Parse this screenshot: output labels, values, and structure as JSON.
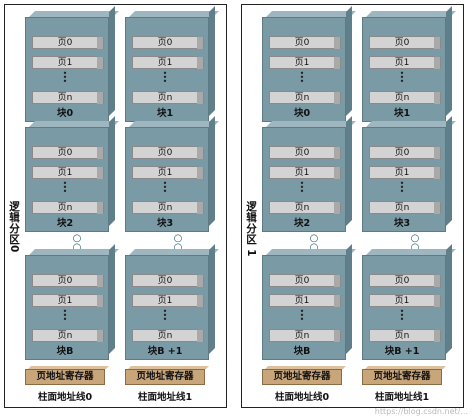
{
  "partitions": [
    {
      "side_label": "逻辑分区0",
      "blocks": [
        {
          "pages": [
            "页0",
            "页1",
            "页n"
          ],
          "label": "块0"
        },
        {
          "pages": [
            "页0",
            "页1",
            "页n"
          ],
          "label": "块1"
        },
        {
          "pages": [
            "页0",
            "页1",
            "页n"
          ],
          "label": "块2"
        },
        {
          "pages": [
            "页0",
            "页1",
            "页n"
          ],
          "label": "块3"
        },
        {
          "pages": [
            "页0",
            "页1",
            "页n"
          ],
          "label": "块B"
        },
        {
          "pages": [
            "页0",
            "页1",
            "页n"
          ],
          "label": "块B +1"
        }
      ],
      "registers": [
        "页地址寄存器",
        "页地址寄存器"
      ],
      "cylinder_lines": [
        "柱面地址线0",
        "柱面地址线1"
      ]
    },
    {
      "side_label": "逻辑分区 1",
      "blocks": [
        {
          "pages": [
            "页0",
            "页1",
            "页n"
          ],
          "label": "块0"
        },
        {
          "pages": [
            "页0",
            "页1",
            "页n"
          ],
          "label": "块1"
        },
        {
          "pages": [
            "页0",
            "页1",
            "页n"
          ],
          "label": "块2"
        },
        {
          "pages": [
            "页0",
            "页1",
            "页n"
          ],
          "label": "块3"
        },
        {
          "pages": [
            "页0",
            "页1",
            "页n"
          ],
          "label": "块B"
        },
        {
          "pages": [
            "页0",
            "页1",
            "页n"
          ],
          "label": "块B +1"
        }
      ],
      "registers": [
        "页地址寄存器",
        "页地址寄存器"
      ],
      "cylinder_lines": [
        "柱面地址线0",
        "柱面地址线1"
      ]
    }
  ],
  "watermark": "https://blog.csdn.net/..."
}
